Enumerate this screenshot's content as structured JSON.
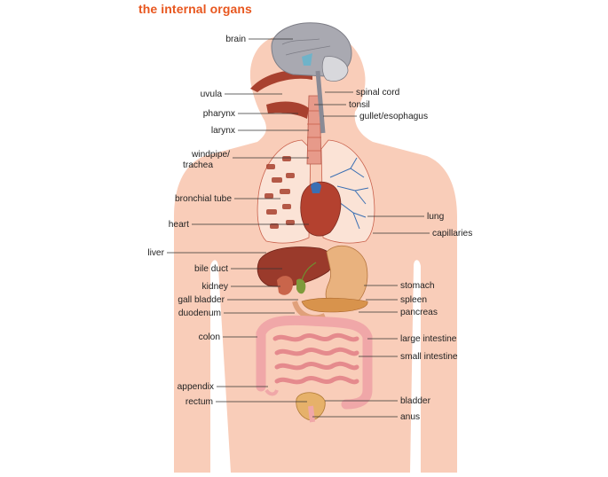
{
  "diagram": {
    "title": "the internal organs",
    "labels_left": {
      "brain": "brain",
      "uvula": "uvula",
      "pharynx": "pharynx",
      "larynx": "larynx",
      "windpipe_1": "windpipe/",
      "windpipe_2": "trachea",
      "bronchial_tube": "bronchial tube",
      "heart": "heart",
      "liver": "liver",
      "bile_duct": "bile duct",
      "kidney": "kidney",
      "gall_bladder": "gall bladder",
      "duodenum": "duodenum",
      "colon": "colon",
      "appendix": "appendix",
      "rectum": "rectum"
    },
    "labels_right": {
      "spinal_cord": "spinal cord",
      "tonsil": "tonsil",
      "gullet": "gullet/esophagus",
      "lung": "lung",
      "capillaries": "capillaries",
      "stomach": "stomach",
      "spleen": "spleen",
      "pancreas": "pancreas",
      "large_intestine": "large intestine",
      "small_intestine": "small intestine",
      "bladder": "bladder",
      "anus": "anus"
    },
    "colors": {
      "title": "#e8571f",
      "body": "#f9cdb9",
      "lung": "#fbe3d6",
      "organ_dark": "#a8412f",
      "liver": "#9a3a2b",
      "intestine": "#f0a7a8",
      "brain": "#a9a9b1"
    }
  }
}
